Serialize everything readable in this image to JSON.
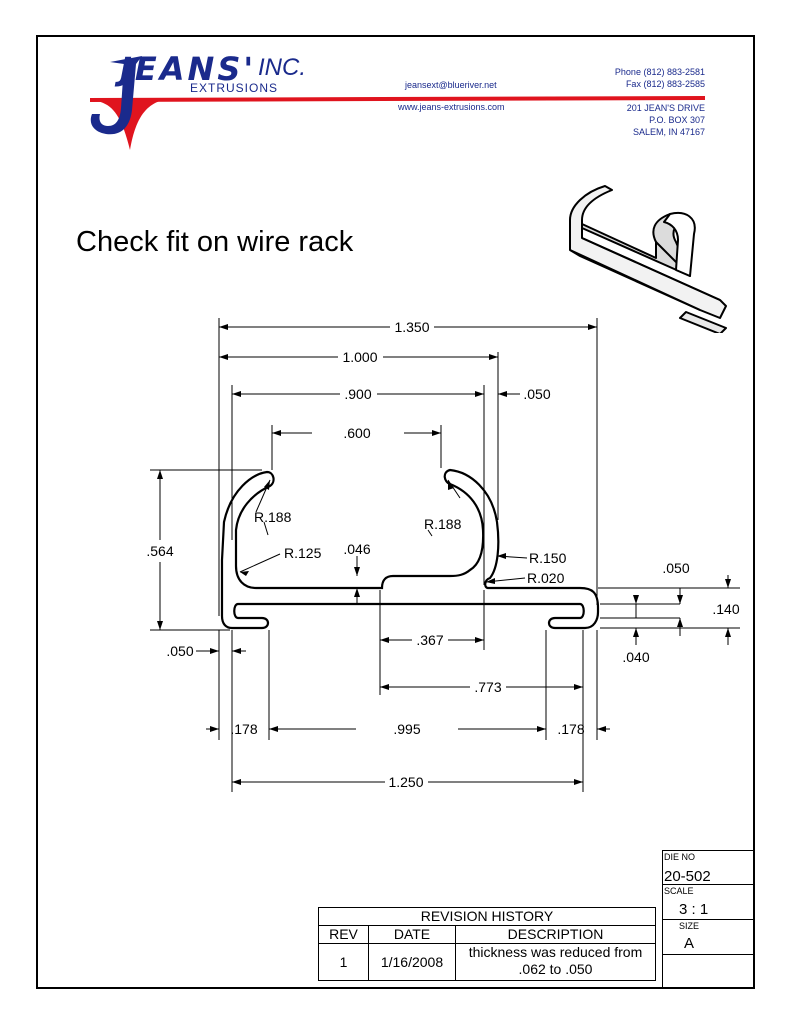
{
  "company": {
    "name": "JEANS'",
    "suffix": "INC.",
    "division": "EXTRUSIONS",
    "email": "jeansext@blueriver.net",
    "website": "www.jeans-extrusions.com",
    "phone": "Phone (812) 883-2581",
    "fax": "Fax (812) 883-2585",
    "address1": "201 JEAN'S DRIVE",
    "address2": "P.O. BOX 307",
    "address3": "SALEM, IN 47167"
  },
  "note": "Check fit on wire rack",
  "dimensions": {
    "d1350": "1.350",
    "d1000": "1.000",
    "d900": ".900",
    "d050top": ".050",
    "d600": ".600",
    "d564": ".564",
    "r188left": "R.188",
    "r188right": "R.188",
    "r125": "R.125",
    "d046": ".046",
    "r150": "R.150",
    "r020": "R.020",
    "d050right": ".050",
    "d140": ".140",
    "d040": ".040",
    "d050left": ".050",
    "d367": ".367",
    "d773": ".773",
    "d178left": ".178",
    "d995": ".995",
    "d178right": ".178",
    "d1250": "1.250"
  },
  "title_block": {
    "die_no_label": "DIE NO",
    "die_no": "20-502",
    "scale_label": "SCALE",
    "scale": "3 : 1",
    "size_label": "SIZE",
    "size": "A"
  },
  "revision_history": {
    "title": "REVISION HISTORY",
    "headers": [
      "REV",
      "DATE",
      "DESCRIPTION"
    ],
    "rows": [
      {
        "rev": "1",
        "date": "1/16/2008",
        "description_line1": "thickness was reduced from",
        "description_line2": ".062 to .050"
      }
    ]
  },
  "colors": {
    "logo_blue": "#1a2a8c",
    "logo_red": "#e0141e"
  }
}
